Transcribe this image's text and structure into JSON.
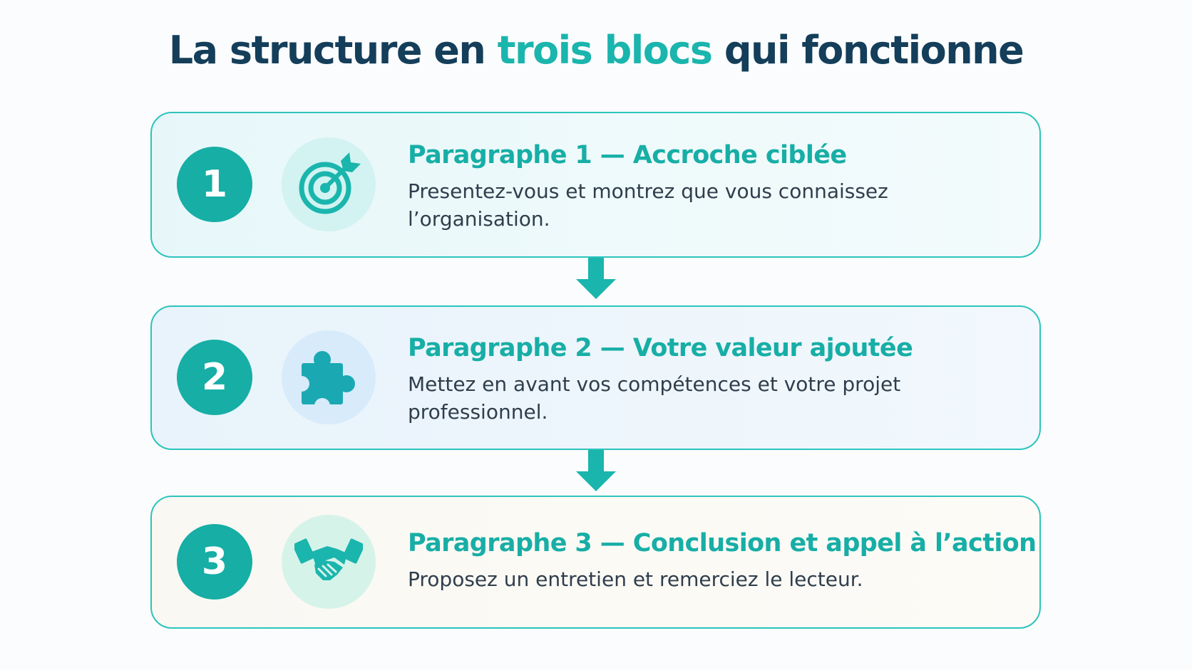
{
  "title": {
    "part1": "La structure en ",
    "highlight": "trois blocs",
    "part2": " qui fonctionne"
  },
  "colors": {
    "accent": "#1ab5ad",
    "title": "#143e5a",
    "number_badge": "#16aea5",
    "card_border": "#2cc4bc",
    "body_text": "#2f3e4c"
  },
  "steps": [
    {
      "number": "1",
      "icon": "target-icon",
      "heading": "Paragraphe 1 — Accroche ciblée",
      "description": "Presentez-vous et montrez que vous connaissez l’organisation."
    },
    {
      "number": "2",
      "icon": "puzzle-icon",
      "heading": "Paragraphe 2 — Votre valeur ajoutée",
      "description": "Mettez en avant vos compétences et votre projet professionnel."
    },
    {
      "number": "3",
      "icon": "handshake-icon",
      "heading": "Paragraphe 3 — Conclusion et appel à l’action",
      "description": "Proposez un entretien et remerciez le lecteur."
    }
  ]
}
